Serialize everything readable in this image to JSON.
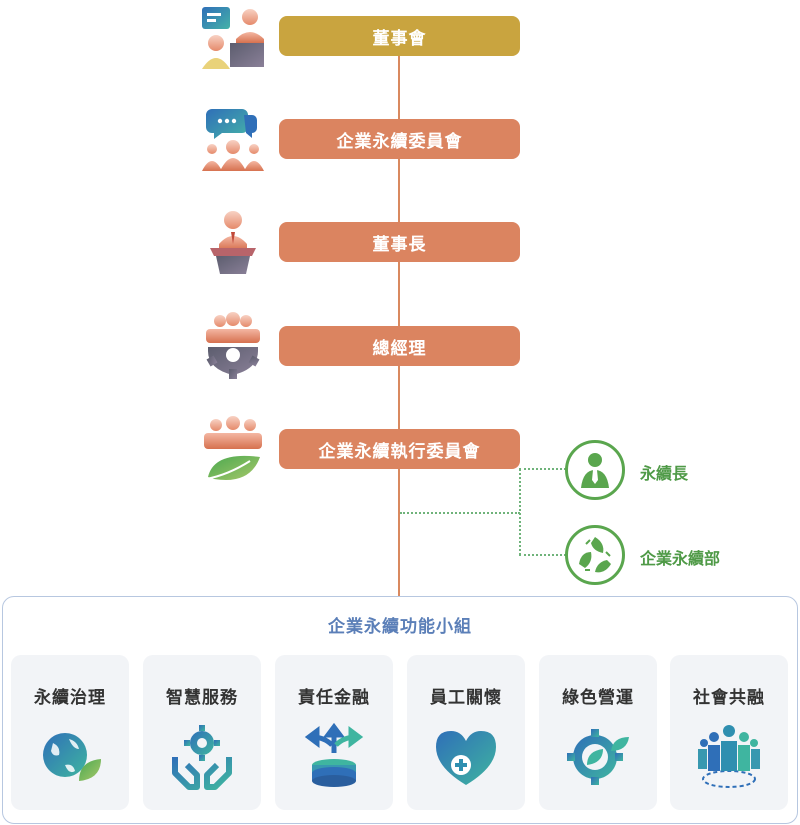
{
  "hierarchy": [
    {
      "label": "董事會",
      "style": "gold",
      "icon": "board-meeting-icon"
    },
    {
      "label": "企業永續委員會",
      "style": "orange",
      "icon": "committee-discussion-icon"
    },
    {
      "label": "董事長",
      "style": "orange",
      "icon": "chairman-podium-icon"
    },
    {
      "label": "總經理",
      "style": "orange",
      "icon": "management-gear-icon"
    },
    {
      "label": "企業永續執行委員會",
      "style": "orange",
      "icon": "team-leaf-icon"
    }
  ],
  "branches": [
    {
      "label": "永續長",
      "icon": "person-tie-icon"
    },
    {
      "label": "企業永續部",
      "icon": "recycle-leaf-icon"
    }
  ],
  "panel": {
    "title": "企業永續功能小組",
    "groups": [
      {
        "label": "永續治理",
        "icon": "globe-leaf-icon"
      },
      {
        "label": "智慧服務",
        "icon": "hands-gear-icon"
      },
      {
        "label": "責任金融",
        "icon": "coins-arrows-icon"
      },
      {
        "label": "員工關懷",
        "icon": "heart-plus-icon"
      },
      {
        "label": "綠色營運",
        "icon": "gear-leaf-icon"
      },
      {
        "label": "社會共融",
        "icon": "people-circle-icon"
      }
    ]
  },
  "colors": {
    "gold": "#c9a43f",
    "orange": "#db8460",
    "green": "#5aa64e",
    "blue": "#5b7fb8",
    "teal": "#3d8fb0"
  }
}
